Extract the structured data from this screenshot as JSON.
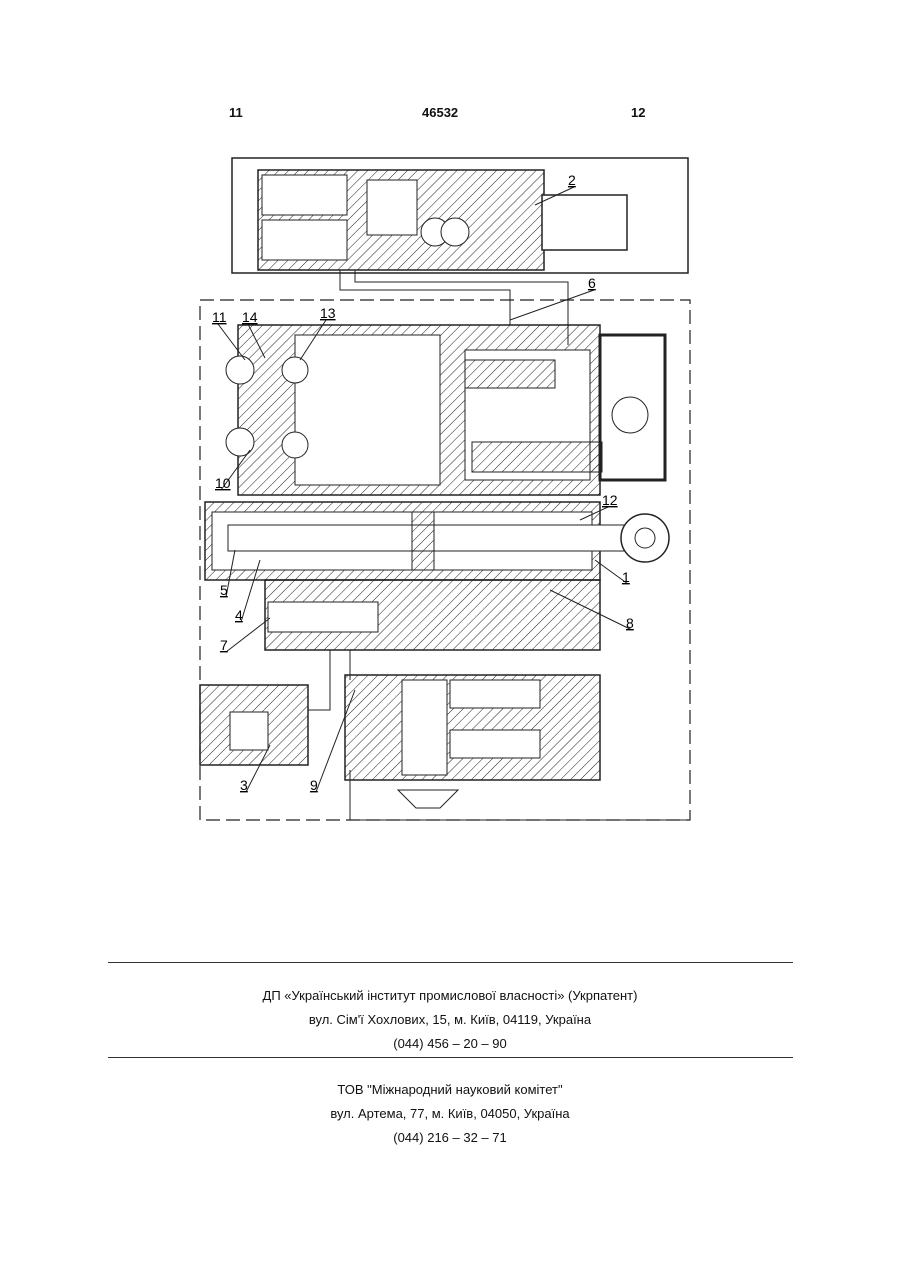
{
  "header": {
    "left_page": "11",
    "patent_number": "46532",
    "right_page": "12"
  },
  "figure": {
    "callouts": [
      "1",
      "2",
      "3",
      "4",
      "5",
      "6",
      "7",
      "8",
      "9",
      "10",
      "11",
      "12",
      "13",
      "14"
    ]
  },
  "footer": {
    "org1": {
      "name": "ДП «Український інститут промислової власності» (Укрпатент)",
      "address": "вул. Сім'ї Хохлових, 15, м. Київ, 04119, Україна",
      "phone": "(044) 456 – 20 – 90"
    },
    "org2": {
      "name": "ТОВ \"Міжнародний науковий комітет\"",
      "address": "вул. Артема, 77, м. Київ, 04050, Україна",
      "phone": "(044) 216 – 32 – 71"
    }
  }
}
